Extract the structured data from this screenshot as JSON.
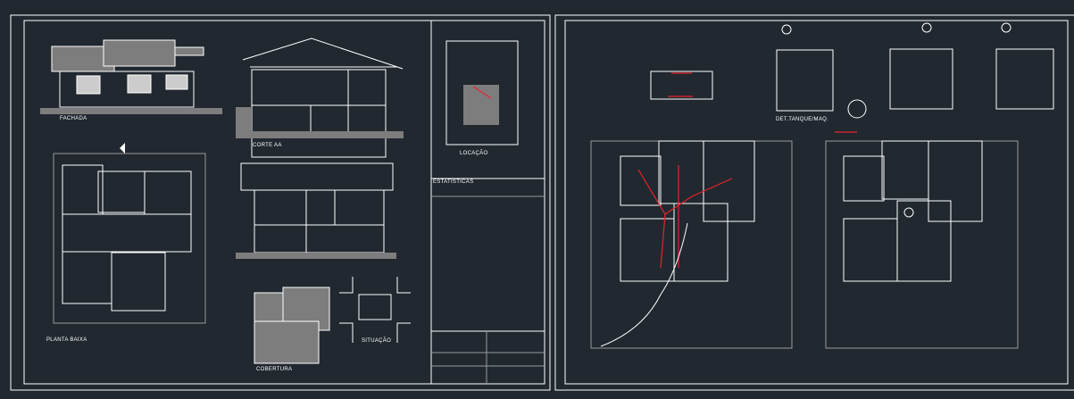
{
  "sheet_left": {
    "views": {
      "facade": "FACHADA",
      "section": "CORTE AA",
      "floor_plan": "PLANTA BAIXA",
      "roof": "COBERTURA",
      "situation": "SITUAÇÃO",
      "location": "LOCAÇÃO"
    },
    "stats_title": "ESTATÍSTICAS"
  },
  "sheet_right": {
    "detail_label": "DET.TANQUE/MAQ."
  },
  "colors": {
    "background": "#212830",
    "lines": "#ffffff",
    "accent": "#e8242a"
  }
}
